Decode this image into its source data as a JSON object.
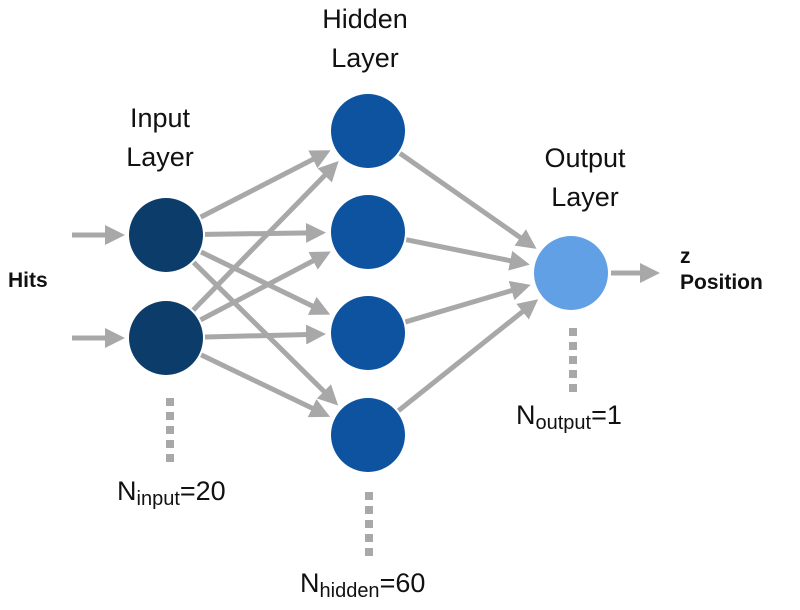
{
  "layers": {
    "input": {
      "title_line1": "Input",
      "title_line2": "Layer",
      "count_base": "N",
      "count_sub": "input",
      "count_value": "=20"
    },
    "hidden": {
      "title_line1": "Hidden",
      "title_line2": "Layer",
      "count_base": "N",
      "count_sub": "hidden",
      "count_value": "=60"
    },
    "output": {
      "title_line1": "Output",
      "title_line2": "Layer",
      "count_base": "N",
      "count_sub": "output",
      "count_value": "=1"
    }
  },
  "input_label": "Hits",
  "output_label_line1": "z",
  "output_label_line2": "Position",
  "colors": {
    "input_node": "#0c3c69",
    "hidden_node": "#0d539f",
    "output_node": "#62a0e5",
    "arrow": "#a8a8a8"
  }
}
